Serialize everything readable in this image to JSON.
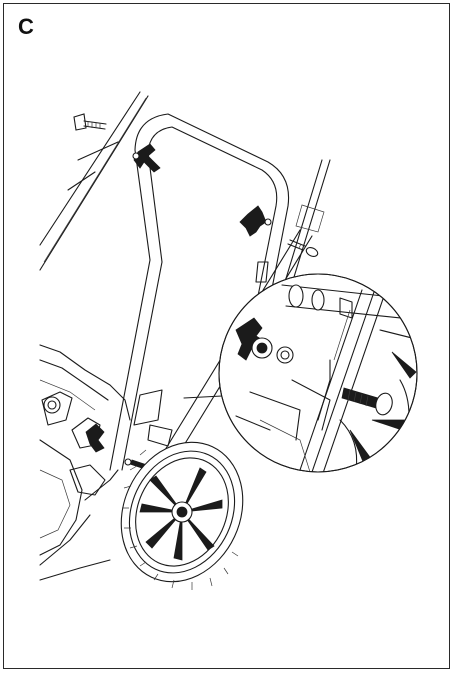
{
  "step": {
    "label": "C"
  },
  "illustration": {
    "subject": "handle-attachment-to-mower-deck",
    "parts": [
      "upper-handle",
      "lower-handle",
      "bolt-left",
      "bolt-right",
      "knob-left",
      "knob-right",
      "rear-wheel",
      "detail-callout"
    ]
  }
}
